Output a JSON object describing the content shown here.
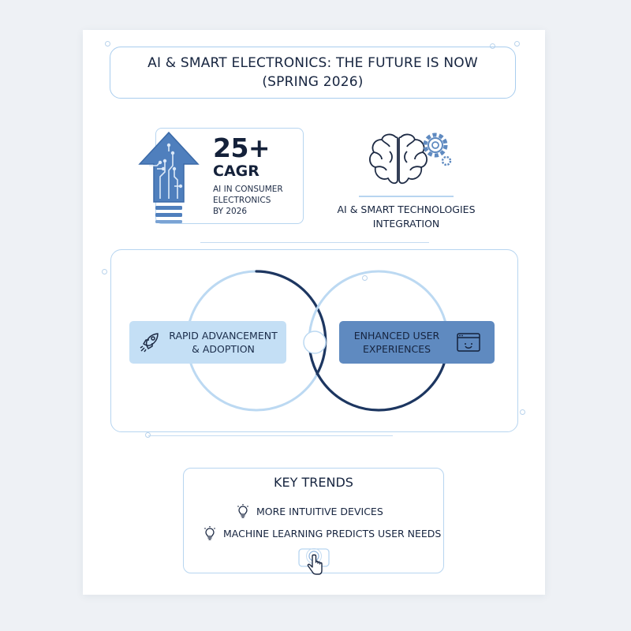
{
  "title": "AI & SMART ELECTRONICS: THE FUTURE IS NOW\n(SPRING 2026)",
  "stat": {
    "value": "25+",
    "unit": "CAGR",
    "description": "AI IN CONSUMER\nELECTRONICS\nBY 2026"
  },
  "integration": {
    "caption": "AI & SMART TECHNOLOGIES\nINTEGRATION",
    "icons": [
      "brain-icon",
      "gear-icon"
    ]
  },
  "venn": {
    "left_label": "RAPID ADVANCEMENT\n& ADOPTION",
    "right_label": "ENHANCED USER\nEXPERIENCES",
    "left_icon": "rocket-icon",
    "right_icon": "browser-smile-icon"
  },
  "trends": {
    "heading": "KEY TRENDS",
    "items": [
      {
        "label": "MORE INTUITIVE DEVICES",
        "icon": "lightbulb-icon"
      },
      {
        "label": "MACHINE LEARNING PREDICTS USER NEEDS",
        "icon": "lightbulb-icon"
      }
    ],
    "footer_icon": "touch-hand-icon"
  },
  "colors": {
    "accent_dark": "#1d3660",
    "accent_mid": "#5f8ac0",
    "accent_light": "#c4dff5",
    "outline": "#b7d5f0"
  }
}
